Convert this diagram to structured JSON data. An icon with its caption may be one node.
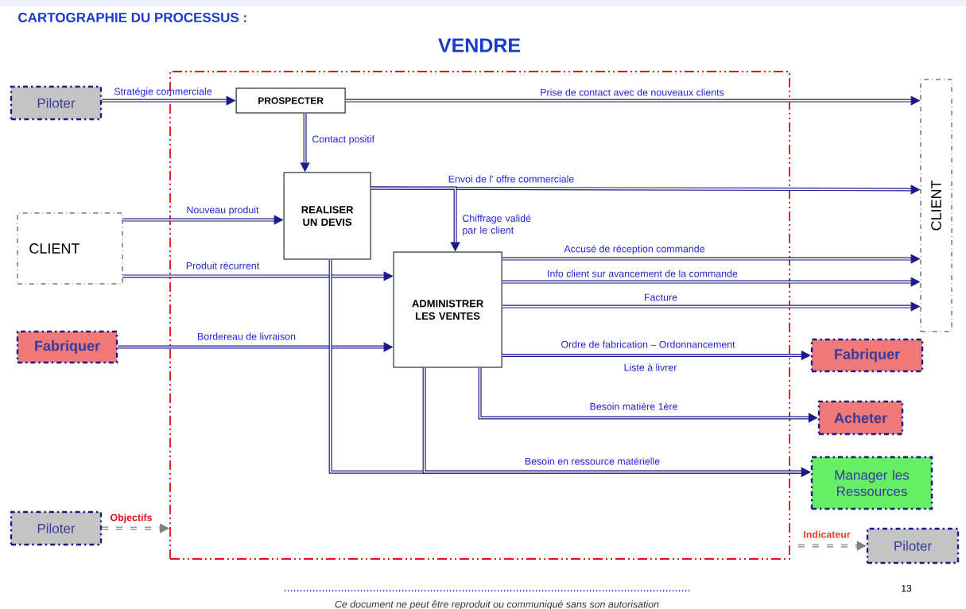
{
  "diagram": {
    "title": "CARTOGRAPHIE DU PROCESSUS :",
    "nodes": [
      {
        "text": [
          "Piloter"
        ]
      },
      {
        "text": [
          "VENDRE"
        ]
      },
      {
        "text": [
          "PROSPECTER"
        ],
        "in": 1
      },
      {
        "text": [
          "CLIENT"
        ]
      },
      {
        "text": [
          "CLIENT"
        ]
      },
      {
        "text": [
          "REALISER UN DEVIS"
        ],
        "in": 1
      },
      {
        "text": [
          "ADMINISTRER LES VENTES"
        ],
        "in": 1
      },
      {
        "text": [
          "Fabriquer"
        ]
      },
      {
        "text": [
          "Fabriquer"
        ]
      },
      {
        "text": [
          "Acheter"
        ]
      },
      {
        "text": [
          "Manager les Ressources"
        ]
      },
      {
        "text": [
          "Piloter"
        ]
      },
      {
        "text": [
          "Piloter"
        ]
      }
    ],
    "edges": [
      {
        "from": 0,
        "to": 2,
        "arrow": "to",
        "label": "Stratégie commerciale"
      },
      {
        "from": 2,
        "to": 3,
        "arrow": "to",
        "label": "Prise de contact avec de nouveaux clients"
      },
      {
        "from": 2,
        "to": 5,
        "arrow": "to",
        "label": "Contact   positif"
      },
      {
        "from": 5,
        "to": 3,
        "arrow": "to",
        "label": "Envoi de l' offre commerciale"
      },
      {
        "from": 5,
        "to": 6,
        "arrow": "to",
        "label": "Chiffrage validé par le client"
      },
      {
        "from": 4,
        "to": 5,
        "arrow": "to",
        "label": "Nouveau produit"
      },
      {
        "from": 4,
        "to": 6,
        "arrow": "to",
        "label": "Produit récurrent"
      },
      {
        "from": 7,
        "to": 6,
        "arrow": "to",
        "label": "Bordereau de livraison"
      },
      {
        "from": 6,
        "to": 3,
        "arrow": "to",
        "label": "Accusé de réception commande"
      },
      {
        "from": 6,
        "to": 3,
        "arrow": "to",
        "label": "Info client sur avancement de la commande"
      },
      {
        "from": 6,
        "to": 3,
        "arrow": "to",
        "label": "Facture"
      },
      {
        "from": 6,
        "to": 8,
        "arrow": "to",
        "label": "Ordre de fabrication – Ordonnancement"
      },
      {
        "from": 6,
        "to": 9,
        "arrow": "to",
        "label": "Besoin matière 1ère"
      },
      {
        "from": 5,
        "to": 10,
        "arrow": "to",
        "label": "Besoin en ressource matérielle"
      },
      {
        "from": 6,
        "to": 10,
        "arrow": "to"
      },
      {
        "from": 11,
        "to": 1,
        "arrow": "to",
        "label": "Objectifs",
        "style": "dashed",
        "color": "#808080"
      },
      {
        "from": 1,
        "to": 12,
        "arrow": "to",
        "label": "Indicateur",
        "style": "dashed",
        "color": "#808080"
      }
    ],
    "labels": [
      "Liste à livrer",
      "13",
      "Ce document ne peut être reproduit ou communiqué sans son autorisation"
    ]
  }
}
